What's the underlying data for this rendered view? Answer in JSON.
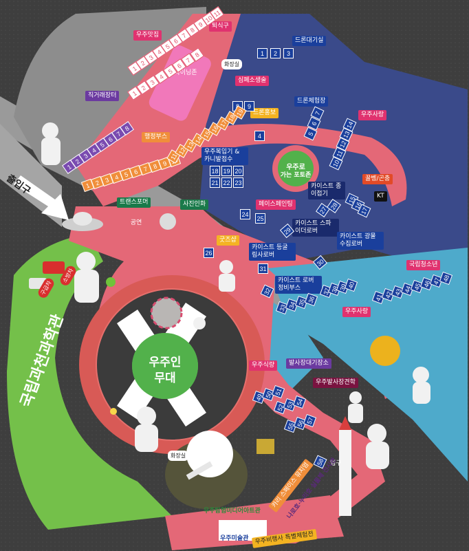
{
  "title_exit": "출입구",
  "stage": {
    "line1": "우주인",
    "line2": "무대"
  },
  "museum": "국립과천과학관",
  "photozone": {
    "line1": "우주로",
    "line2": "가는 포토존"
  },
  "restroom": "화장실",
  "restroom2": "화장실",
  "labels": {
    "exit_gate": "퇴식구",
    "drone_lab": "드론대기실",
    "space_food": "우주맛집",
    "dining_zone": "다이닝존",
    "direct_market": "직거래장터",
    "admin_booth": "행정부스",
    "simpye": "심폐소생술",
    "drone_pr": "드론홍보",
    "drone_exp": "드론체험장",
    "space_love1": "우주사랑",
    "space_suit": "우주복입기 & 카니발접수",
    "transformer": "트랜스포머",
    "performance": "공연",
    "photo": "사진인화",
    "face_paint": "페이스페인팅",
    "kaist_paper": "카이스트 종이접기",
    "bee": "꿀벵/곤충",
    "kt": "KT",
    "kaist_spider": "카이스트 스파이더로버",
    "kaist_light": "카이스트 광물수집로버",
    "goods": "굿즈샵",
    "kaist_ball": "카이스트 등굴림사로버",
    "kaist_rover": "카이스트 로버정비부스",
    "youth": "국립청소년",
    "space_love2": "우주사랑",
    "space_food2": "우주식량",
    "launch_wait": "발사장대기장소",
    "launch_tour": "우주발사장견학",
    "entrance": "입구",
    "mediaart": "우주탐험미디어아트관",
    "space_art": "우주미술관",
    "musical": "카리 스페이스 뮤지엄",
    "nuri": "나로호·누리호 실물체 전시관",
    "flight_exp": "우주비행사 특별체험전",
    "ambulance": "구급차",
    "fire": "소방차"
  },
  "booths": {
    "drone": [
      "1",
      "2",
      "3"
    ],
    "food": [
      "1",
      "2",
      "3",
      "4",
      "5",
      "6",
      "7",
      "8",
      "9",
      "10",
      "11"
    ],
    "market_top": [
      "1",
      "2",
      "3",
      "4",
      "5",
      "6",
      "7",
      "8"
    ],
    "market_bottom": [
      "1",
      "2",
      "3",
      "4",
      "5",
      "6",
      "7",
      "8"
    ],
    "simpye": [
      "8",
      "9"
    ],
    "pr": [
      "4"
    ],
    "drone_exp": [
      "7",
      "6",
      "5"
    ],
    "love_col1": [
      "14",
      "13",
      "12",
      "11",
      "10"
    ],
    "admin_row1": [
      "1",
      "2",
      "3",
      "4",
      "5",
      "6",
      "7",
      "8",
      "9",
      "10"
    ],
    "admin_row2": [
      "11",
      "12",
      "13",
      "14",
      "15",
      "16",
      "17",
      "18",
      "19"
    ],
    "suit": [
      "18",
      "19",
      "20",
      "21",
      "22",
      "23"
    ],
    "fp": [
      "24",
      "25"
    ],
    "paper": [
      "27",
      "28"
    ],
    "bee": [
      "15",
      "16",
      "17"
    ],
    "spider": [
      "29"
    ],
    "light": [
      "30"
    ],
    "goods": [
      "26"
    ],
    "ball": [
      "31"
    ],
    "rover": [
      "32"
    ],
    "mid": [
      "33",
      "34",
      "35",
      "36",
      "37",
      "38",
      "39",
      "40"
    ],
    "youth": [
      "41",
      "42",
      "43",
      "44",
      "45",
      "46",
      "47",
      "48"
    ],
    "food2": [
      "49",
      "50",
      "51"
    ],
    "wait": [
      "52",
      "53",
      "54"
    ],
    "tour": [
      "55",
      "56",
      "57"
    ],
    "entrance_no": [
      "58"
    ],
    "admin_1": [
      "1"
    ]
  }
}
